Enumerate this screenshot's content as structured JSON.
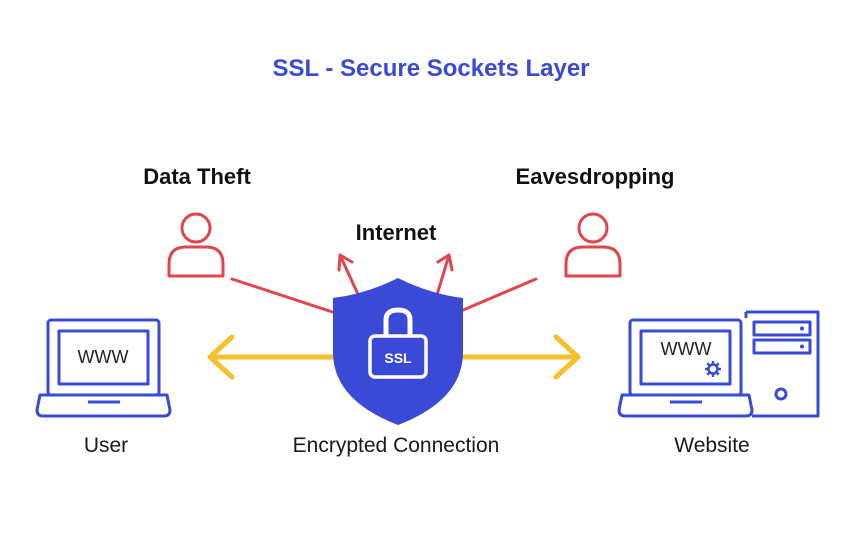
{
  "title": "SSL - Secure Sockets Layer",
  "labels": {
    "data_theft": "Data Theft",
    "eavesdropping": "Eavesdropping",
    "internet": "Internet",
    "user": "User",
    "encrypted_connection": "Encrypted Connection",
    "website": "Website"
  },
  "screens": {
    "user_screen": "WWW",
    "website_screen": "WWW"
  },
  "shield_text": "SSL",
  "colors": {
    "title": "#3a49d6",
    "device_stroke": "#3a49d6",
    "shield": "#3a49d6",
    "threat": "#e0454d",
    "connection_arrow": "#f6c02a",
    "text": "#111111"
  },
  "icons": {
    "user_device": "laptop-icon",
    "website_device": "desktop-computer-icon",
    "attacker": "person-icon",
    "security": "shield-lock-icon"
  }
}
